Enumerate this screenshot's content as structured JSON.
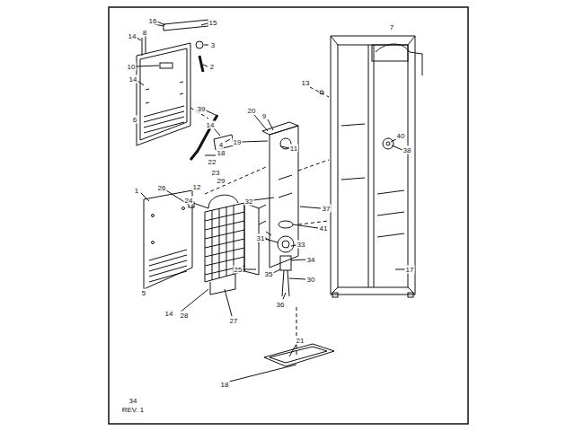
{
  "diagram": {
    "labels": [
      "16",
      "15",
      "3",
      "14",
      "8",
      "10",
      "2",
      "14",
      "6",
      "39",
      "14",
      "4",
      "20",
      "9",
      "13",
      "7",
      "19",
      "11",
      "18",
      "22",
      "40",
      "38",
      "23",
      "12",
      "29",
      "32",
      "37",
      "41",
      "1",
      "26",
      "24",
      "31",
      "33",
      "25",
      "34",
      "35",
      "30",
      "36",
      "17",
      "5",
      "14",
      "28",
      "27",
      "21",
      "18",
      "34",
      "REV. 1"
    ]
  }
}
